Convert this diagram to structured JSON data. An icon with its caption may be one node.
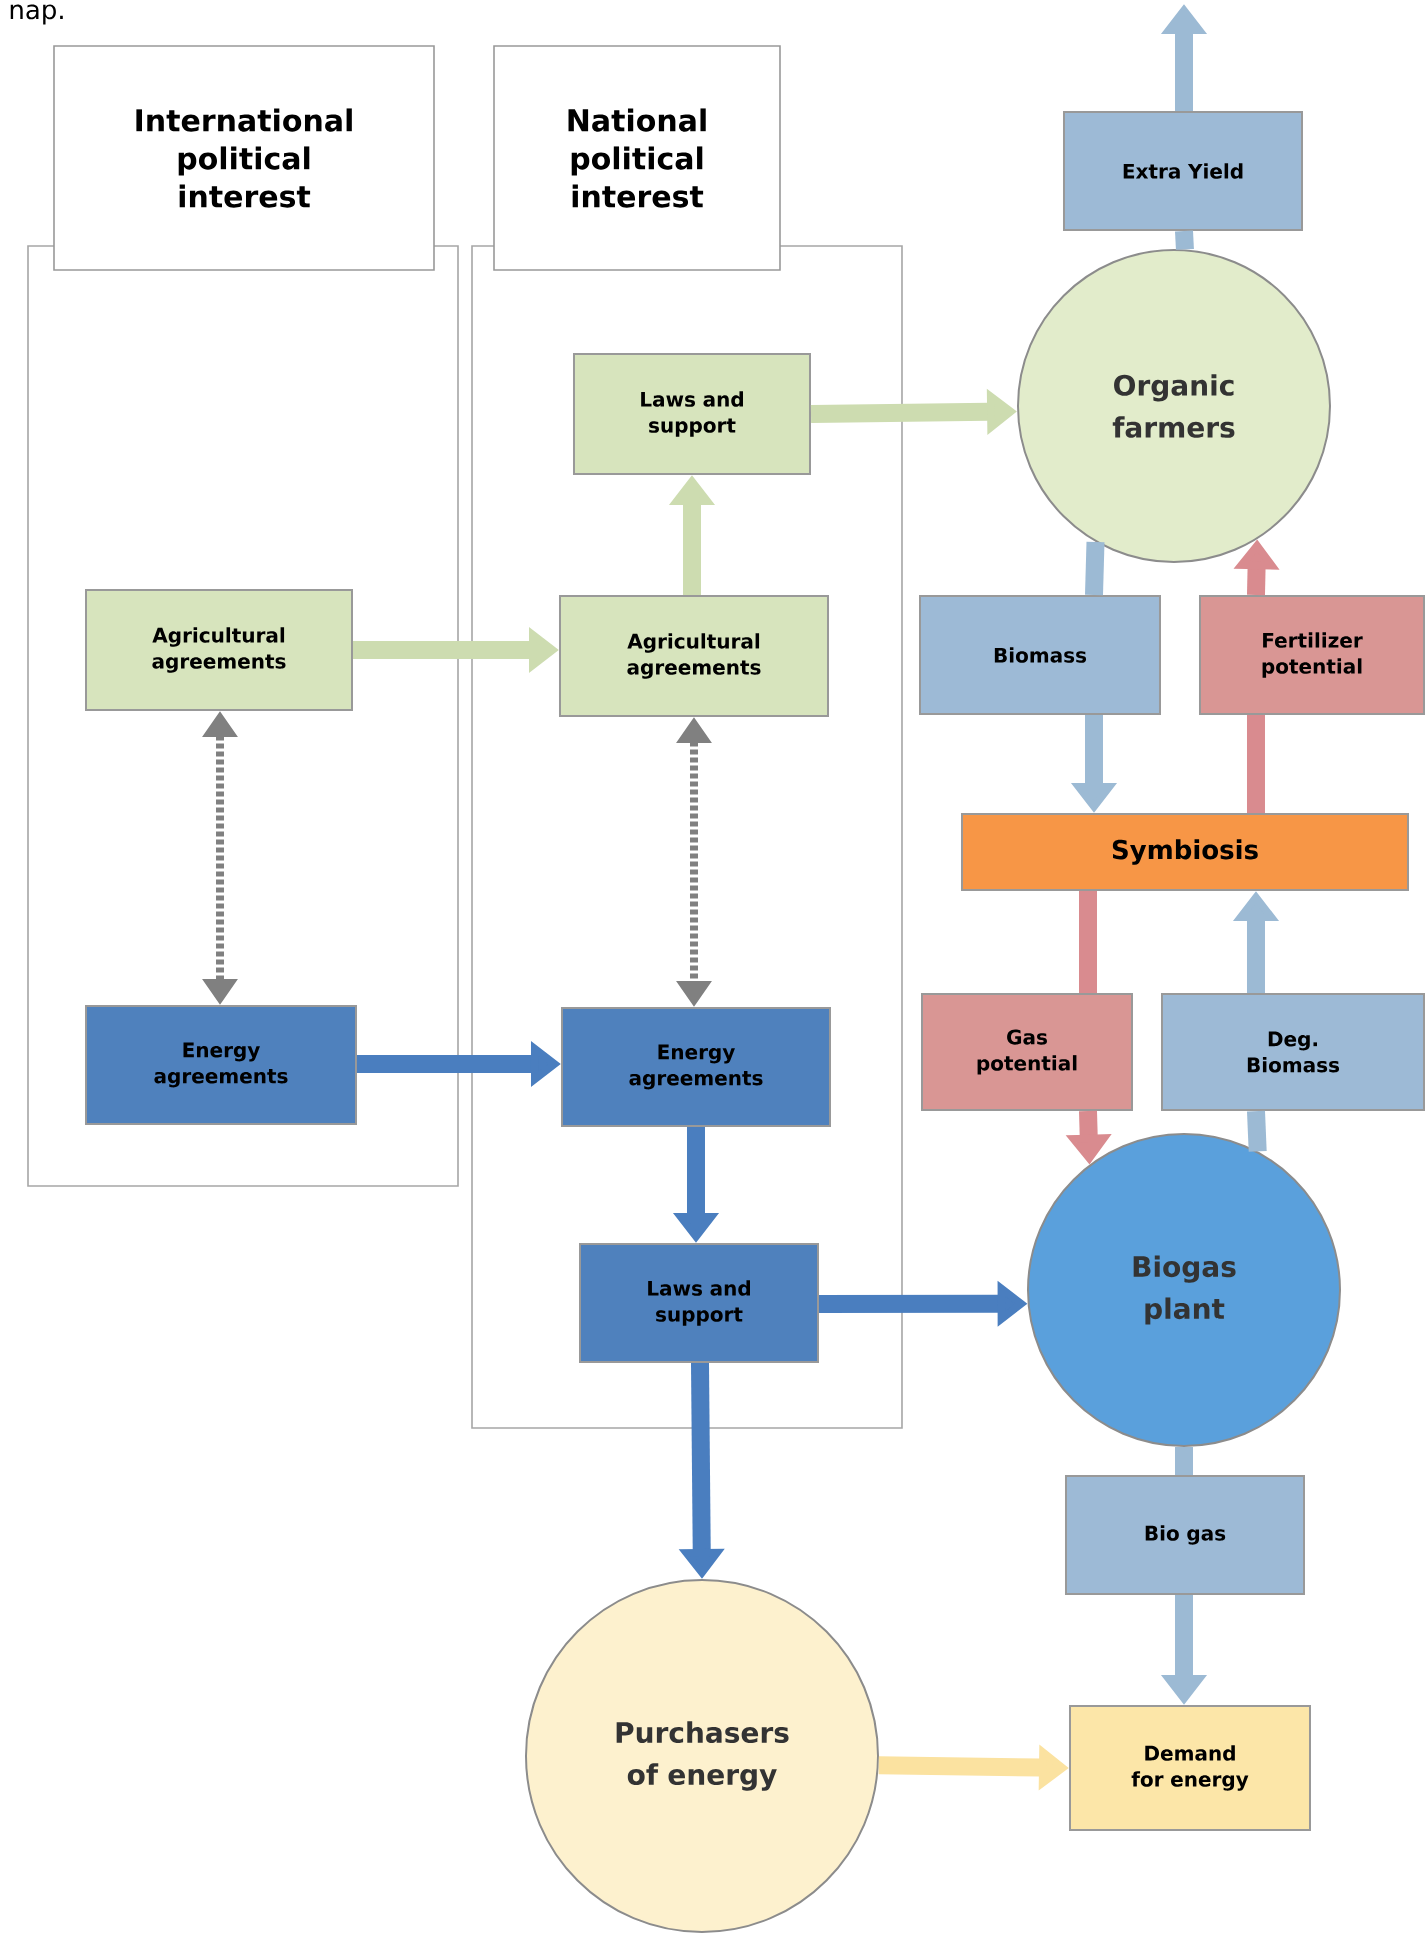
{
  "diagram": {
    "nodes": [
      {
        "text": [
          "International political interest"
        ]
      },
      {
        "text": [
          "National political interest"
        ]
      },
      {
        "text": [
          "Laws and support"
        ],
        "in": 1
      },
      {
        "text": [
          "Agricultural agreements"
        ],
        "in": 0
      },
      {
        "text": [
          "Agricultural agreements"
        ],
        "in": 1
      },
      {
        "text": [
          "Energy agreements"
        ],
        "in": 0
      },
      {
        "text": [
          "Energy agreements"
        ],
        "in": 1
      },
      {
        "text": [
          "Laws and support"
        ],
        "in": 1
      },
      {
        "text": [
          "Extra Yield"
        ]
      },
      {
        "text": [
          "Organic farmers"
        ]
      },
      {
        "text": [
          "Biomass"
        ]
      },
      {
        "text": [
          "Fertilizer potential"
        ]
      },
      {
        "text": [
          "Symbiosis"
        ]
      },
      {
        "text": [
          "Gas potential"
        ]
      },
      {
        "text": [
          "Deg. Biomass"
        ]
      },
      {
        "text": [
          "Biogas plant"
        ]
      },
      {
        "text": [
          "Bio gas"
        ]
      },
      {
        "text": [
          "Purchasers of energy"
        ]
      },
      {
        "text": [
          "Demand for energy"
        ]
      }
    ],
    "edges": [
      {
        "from": 8,
        "to": null,
        "arrow": "to"
      },
      {
        "from": 9,
        "to": 8,
        "arrow": "none"
      },
      {
        "from": 2,
        "to": 9,
        "arrow": "to",
        "color": "#cddcb0"
      },
      {
        "from": 3,
        "to": 4,
        "arrow": "to",
        "color": "#cddcb0"
      },
      {
        "from": 4,
        "to": 2,
        "arrow": "to",
        "color": "#cddcb0"
      },
      {
        "from": 3,
        "to": 5,
        "arrow": "both",
        "style": "dashed",
        "color": "#808080"
      },
      {
        "from": 4,
        "to": 6,
        "arrow": "both",
        "style": "dashed",
        "color": "#808080"
      },
      {
        "from": 5,
        "to": 6,
        "arrow": "to",
        "color": "#4a7ebf"
      },
      {
        "from": 6,
        "to": 7,
        "arrow": "to",
        "color": "#4a7ebf"
      },
      {
        "from": 7,
        "to": 15,
        "arrow": "to",
        "color": "#4a7ebf"
      },
      {
        "from": 7,
        "to": 17,
        "arrow": "to",
        "color": "#4a7ebf"
      },
      {
        "from": 17,
        "to": 18,
        "arrow": "to",
        "color": "#fbe2a0"
      },
      {
        "from": 9,
        "to": 10,
        "arrow": "none"
      },
      {
        "from": 10,
        "to": 12,
        "arrow": "to"
      },
      {
        "from": 12,
        "to": 11,
        "arrow": "none",
        "color": "#d98b8f"
      },
      {
        "from": 11,
        "to": 9,
        "arrow": "to",
        "color": "#d98b8f"
      },
      {
        "from": 12,
        "to": 13,
        "arrow": "none",
        "color": "#d98b8f"
      },
      {
        "from": 13,
        "to": 15,
        "arrow": "to",
        "color": "#d98b8f"
      },
      {
        "from": 15,
        "to": 14,
        "arrow": "none"
      },
      {
        "from": 14,
        "to": 12,
        "arrow": "to"
      },
      {
        "from": 15,
        "to": 16,
        "arrow": "none"
      },
      {
        "from": 16,
        "to": 18,
        "arrow": "to"
      }
    ],
    "labels": [
      "nap."
    ]
  }
}
